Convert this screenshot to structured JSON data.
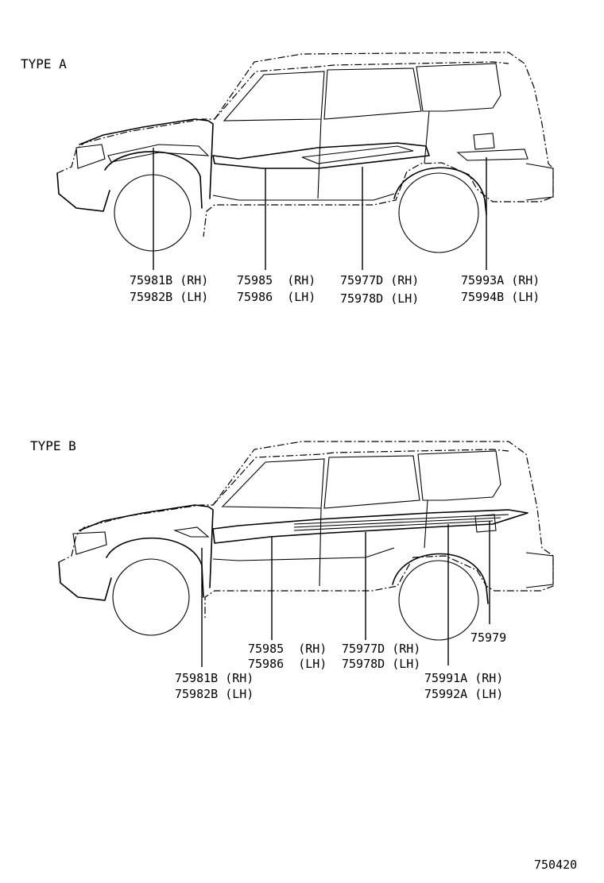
{
  "diagram_id": "750420",
  "sections": [
    {
      "title": "TYPE  A",
      "callouts": [
        {
          "line1": "75981B (RH)",
          "line2": "75982B (LH)"
        },
        {
          "line1": "75985  (RH)",
          "line2": "75986  (LH)"
        },
        {
          "line1": "75977D (RH)",
          "line2": "75978D (LH)"
        },
        {
          "line1": "75993A (RH)",
          "line2": "75994B (LH)"
        }
      ]
    },
    {
      "title": "TYPE  B",
      "callouts": [
        {
          "line1": "75981B (RH)",
          "line2": "75982B (LH)"
        },
        {
          "line1": "75985  (RH)",
          "line2": "75986  (LH)"
        },
        {
          "line1": "75977D (RH)",
          "line2": "75978D (LH)"
        },
        {
          "line1": "75991A (RH)",
          "line2": "75992A (LH)"
        },
        {
          "line1": "75979"
        }
      ]
    }
  ]
}
